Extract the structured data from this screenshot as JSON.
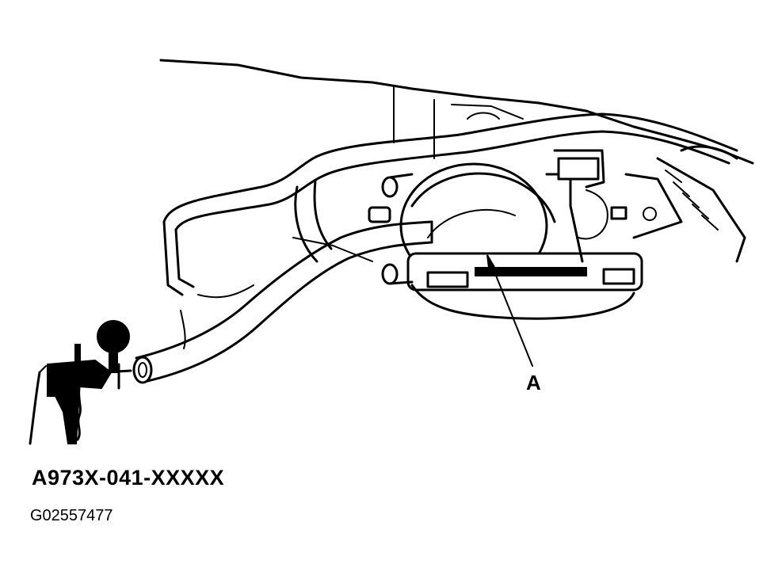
{
  "diagram": {
    "callout_label": "A",
    "tool_number": "A973X-041-XXXXX",
    "figure_id": "G02557477"
  }
}
